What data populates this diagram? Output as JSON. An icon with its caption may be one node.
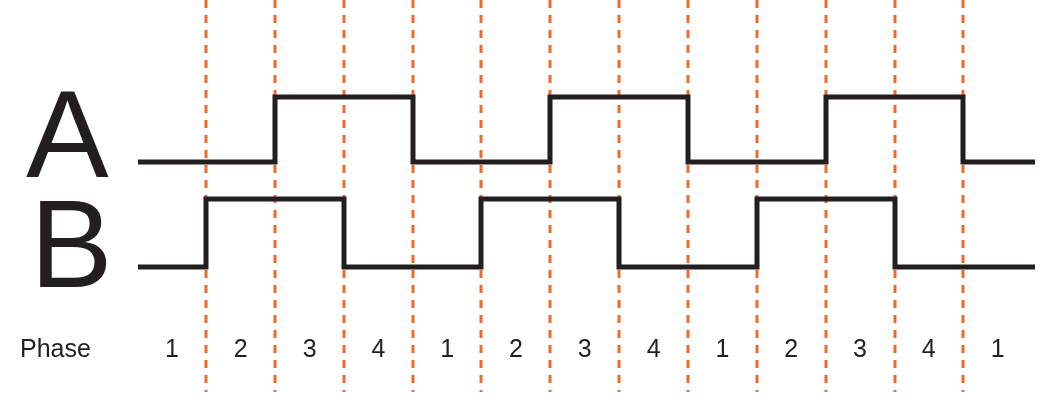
{
  "diagram": {
    "labels": [
      "A",
      "B",
      "Phase",
      "1",
      "2",
      "3",
      "4",
      "1",
      "2",
      "3",
      "4",
      "1",
      "2",
      "3",
      "4",
      "1"
    ]
  }
}
